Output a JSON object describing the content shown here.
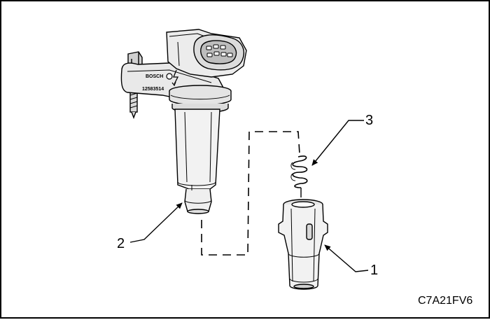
{
  "callouts": {
    "one": "1",
    "two": "2",
    "three": "3"
  },
  "coil_markings": {
    "brand": "BOSCH",
    "part_number": "12583514"
  },
  "figure_code": "C7A21FV6"
}
